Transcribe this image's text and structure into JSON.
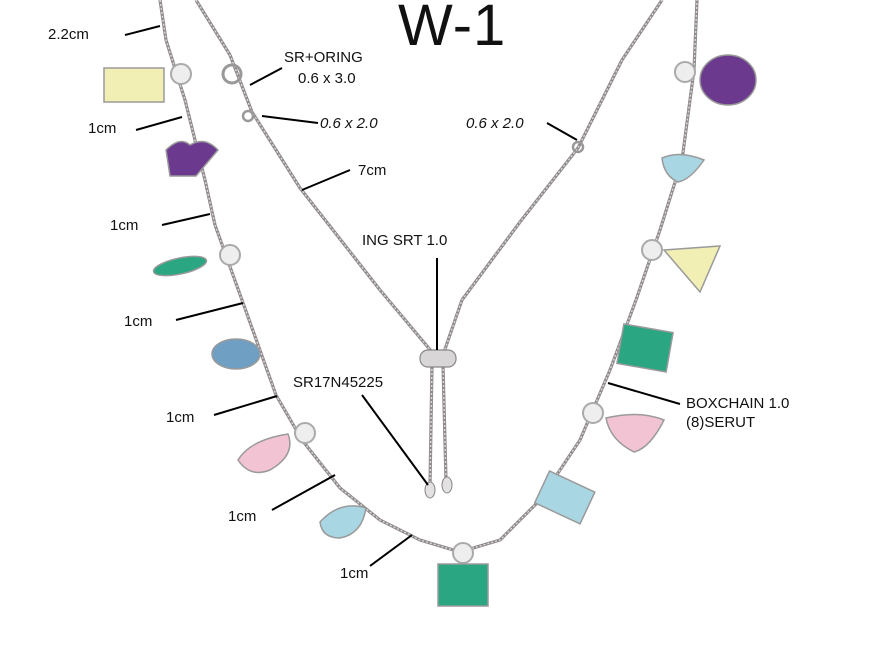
{
  "title": "W-1",
  "labels": {
    "length_top": "2.2cm",
    "spring_ring": "SR+ORING",
    "spring_ring_size": "0.6 x 3.0",
    "jump_ring_left": "0.6 x 2.0",
    "jump_ring_right": "0.6 x 2.0",
    "extension": "7cm",
    "slider": "ING SRT 1.0",
    "model": "SR17N45225",
    "chain": "BOXCHAIN 1.0",
    "chain_note": "(8)SERUT",
    "spacing": [
      "1cm",
      "1cm",
      "1cm",
      "1cm",
      "1cm",
      "1cm"
    ]
  },
  "colors": {
    "chain": "#b9b4b6",
    "yellow": "#f1efb4",
    "amethyst": "#6b3a8f",
    "green": "#2aa682",
    "aqua": "#a9d6e3",
    "blue": "#6f9fc3",
    "pink": "#f2c4d3",
    "cz": "#eeeeee"
  }
}
